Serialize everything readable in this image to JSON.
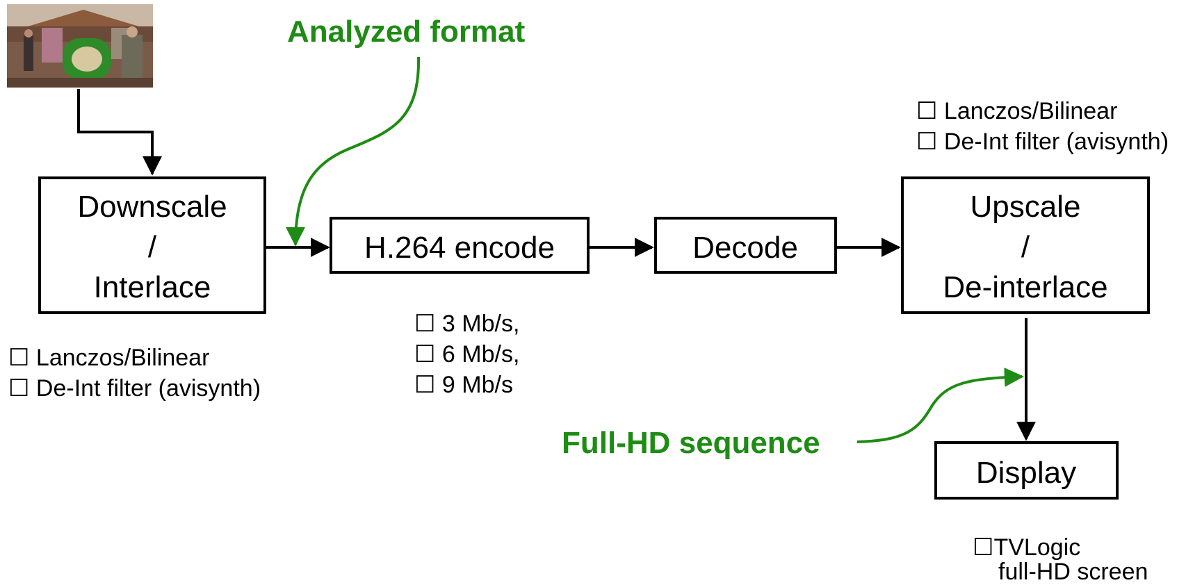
{
  "colors": {
    "box_stroke": "#000000",
    "arrow": "#000000",
    "callout_green": "#1e8c14"
  },
  "thumbnail": {
    "icon": "carousel-photo-thumbnail"
  },
  "boxes": {
    "downscale": {
      "line1": "Downscale",
      "line2": "/",
      "line3": "Interlace"
    },
    "encode": {
      "label": "H.264 encode"
    },
    "decode": {
      "label": "Decode"
    },
    "upscale": {
      "line1": "Upscale",
      "line2": "/",
      "line3": "De-interlace"
    },
    "display": {
      "label": "Display"
    }
  },
  "options": {
    "downscale": [
      "☐ Lanczos/Bilinear",
      "☐ De-Int filter (avisynth)"
    ],
    "encode": [
      "☐ 3 Mb/s,",
      "☐ 6 Mb/s,",
      "☐ 9 Mb/s"
    ],
    "upscale": [
      "☐ Lanczos/Bilinear",
      "☐ De-Int filter (avisynth)"
    ],
    "display": [
      "☐TVLogic",
      "full-HD screen"
    ]
  },
  "callouts": {
    "analyzed": "Analyzed format",
    "fullhd": "Full-HD sequence"
  }
}
